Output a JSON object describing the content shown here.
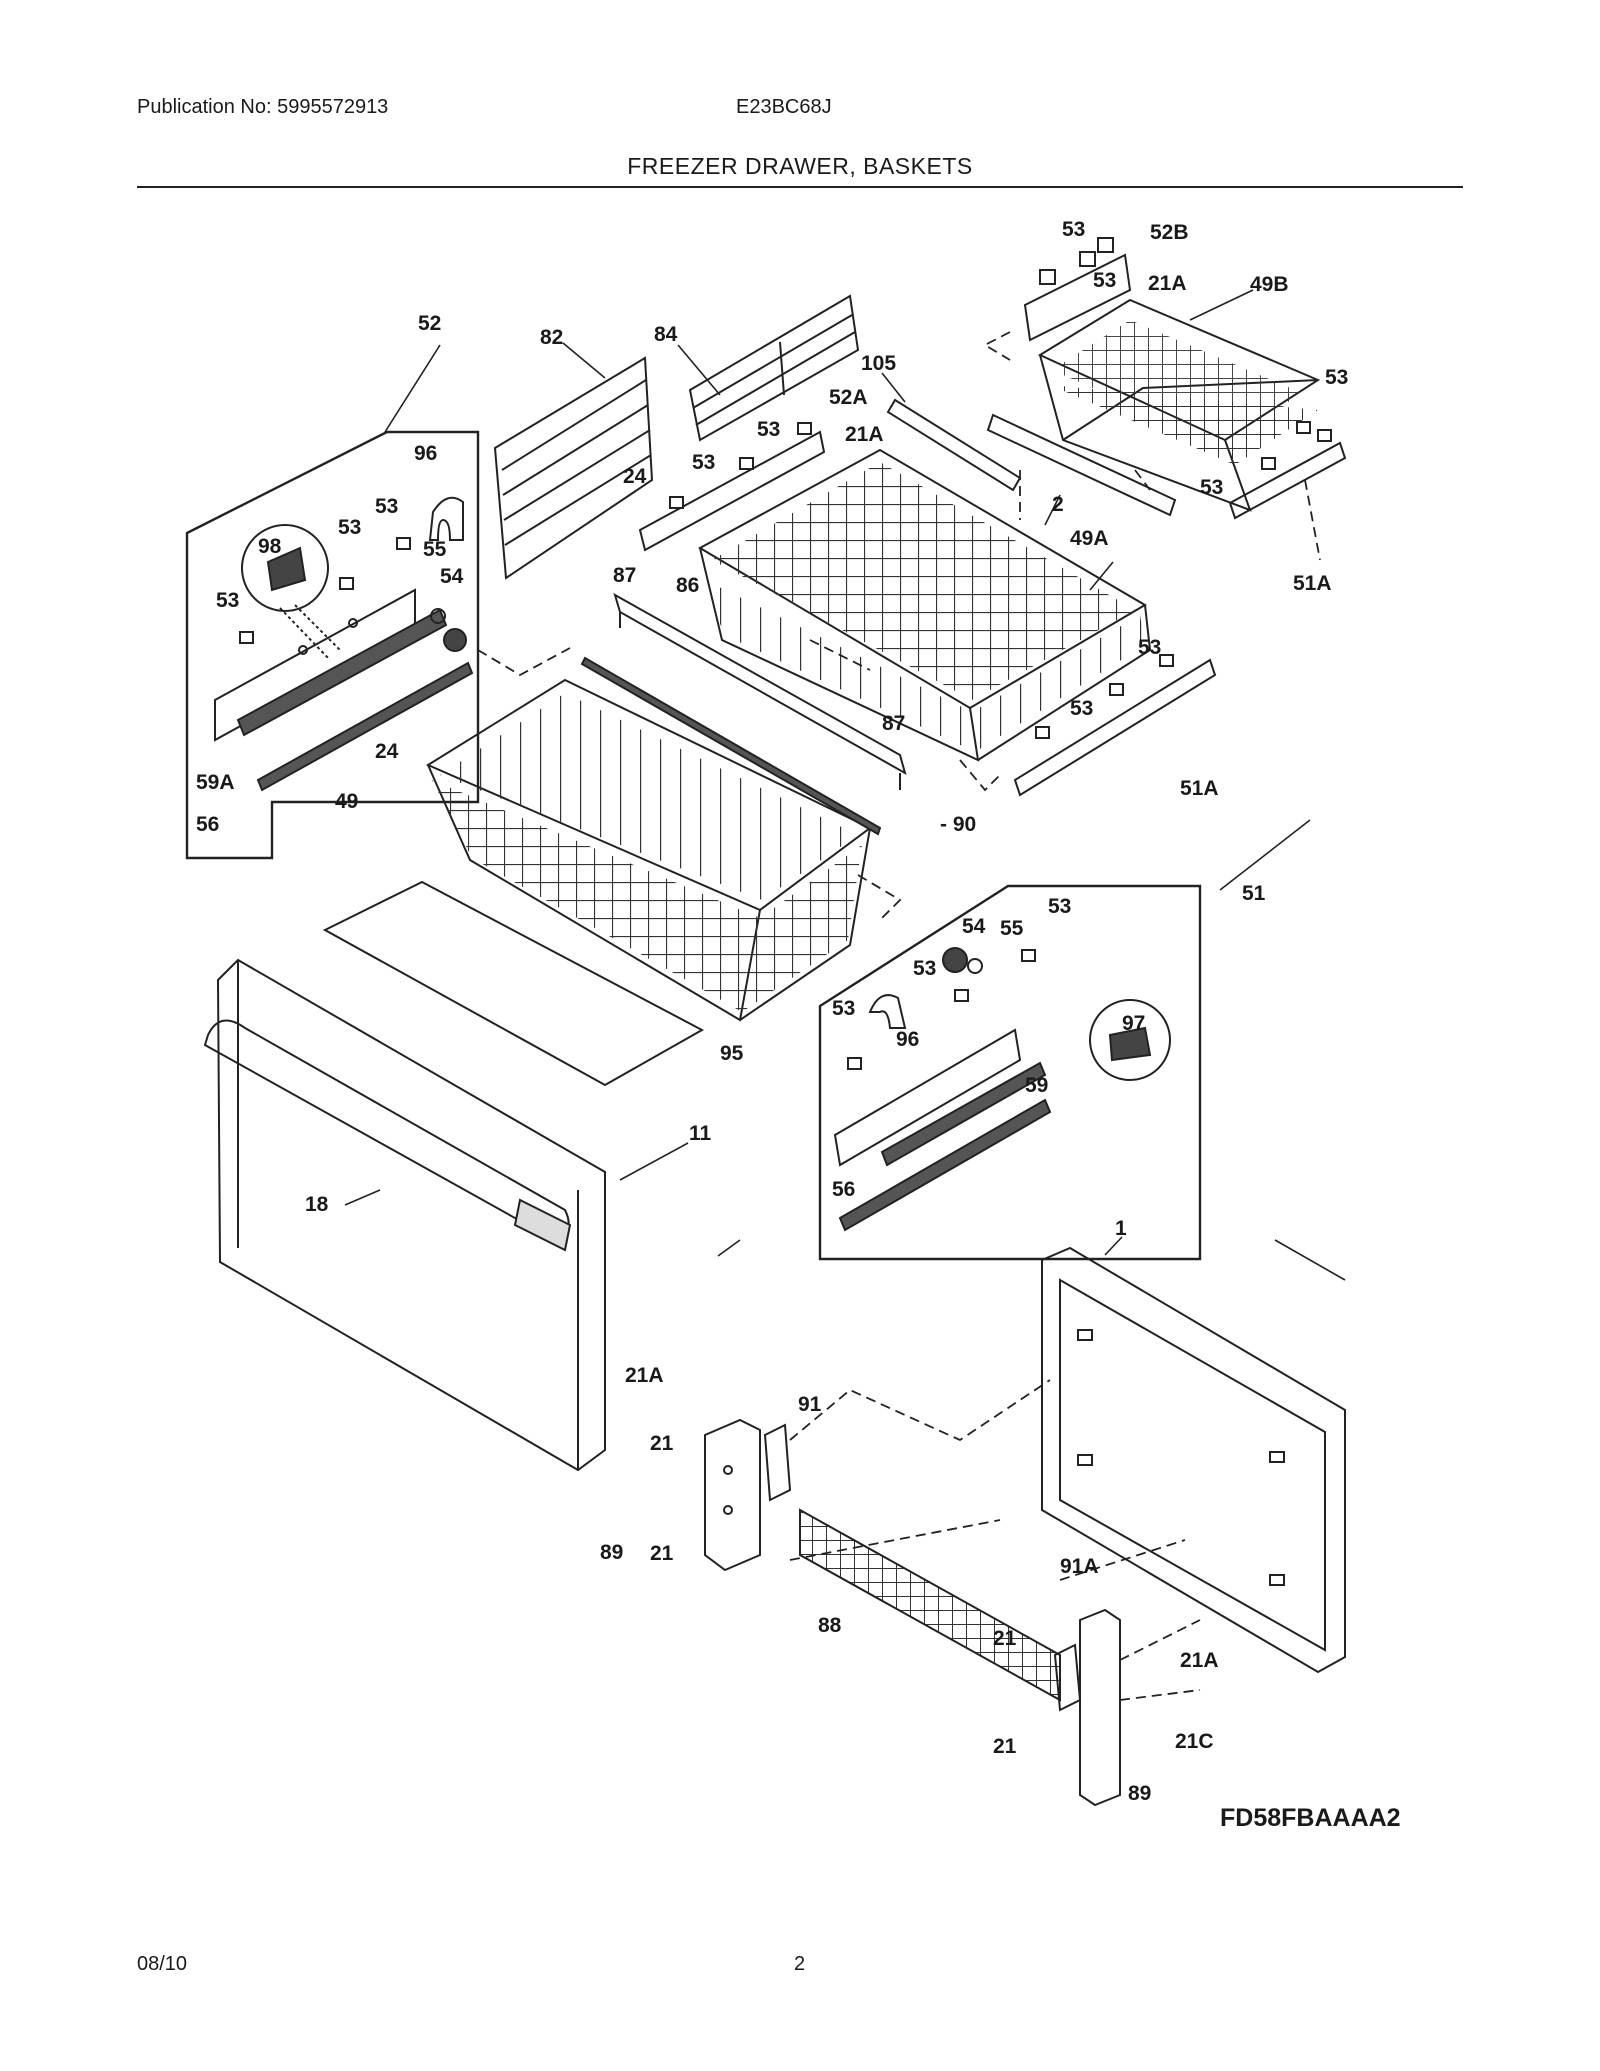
{
  "header": {
    "publication": "Publication No: 5995572913",
    "model": "E23BC68J",
    "title": "FREEZER DRAWER, BASKETS"
  },
  "diagram": {
    "code": "FD58FBAAAA2",
    "callouts": {
      "c1": "1",
      "c2": "2",
      "c11": "11",
      "c18": "18",
      "c21a_top": "21A",
      "c21a_left": "21A",
      "c21a_right": "21A",
      "c21c": "21C",
      "c21_a": "21",
      "c21_b": "21",
      "c21_c": "21",
      "c21_d": "21",
      "c24_a": "24",
      "c24_b": "24",
      "c49": "49",
      "c49a": "49A",
      "c49b": "49B",
      "c51": "51",
      "c51a_top": "51A",
      "c51a_mid": "51A",
      "c52": "52",
      "c52a": "52A",
      "c52b": "52B",
      "c53_1": "53",
      "c53_2": "53",
      "c53_3": "53",
      "c53_4": "53",
      "c53_5": "53",
      "c53_6": "53",
      "c53_7": "53",
      "c53_8": "53",
      "c53_9": "53",
      "c53_10": "53",
      "c53_11": "53",
      "c53_12": "53",
      "c53_13": "53",
      "c53_14": "53",
      "c54_a": "54",
      "c54_b": "54",
      "c55_a": "55",
      "c55_b": "55",
      "c56_a": "56",
      "c56_b": "56",
      "c59": "59",
      "c59a": "59A",
      "c82": "82",
      "c84": "84",
      "c86": "86",
      "c87_a": "87",
      "c87_b": "87",
      "c88": "88",
      "c89_a": "89",
      "c89_b": "89",
      "c90": "- 90",
      "c91": "91",
      "c91a": "91A",
      "c95": "95",
      "c96_a": "96",
      "c96_b": "96",
      "c97": "97",
      "c98": "98",
      "c105": "105"
    }
  },
  "footer": {
    "date": "08/10",
    "page": "2"
  }
}
